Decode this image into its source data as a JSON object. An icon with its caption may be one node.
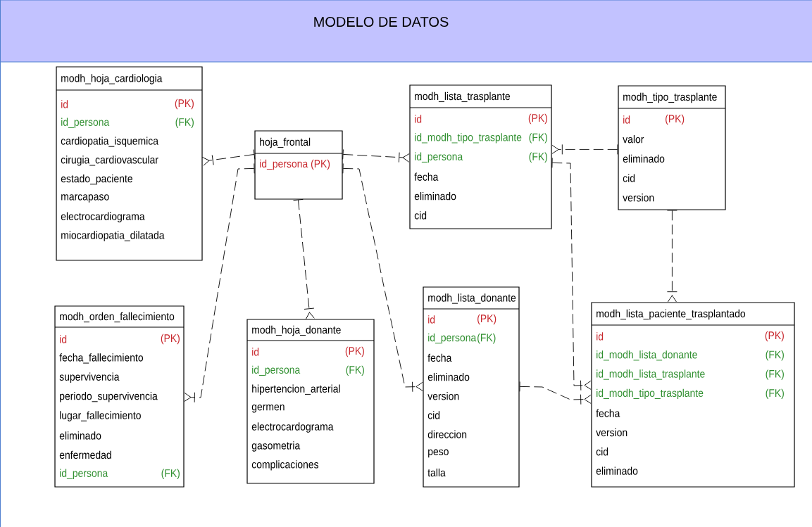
{
  "diagram": {
    "title": "MODELO DE DATOS",
    "nodes": [
      {
        "text": [
          "modh_hoja_cardiologia",
          "id",
          "(PK)",
          "id_persona",
          "(FK)",
          "cardiopatia_isquemica",
          "cirugia_cardiovascular",
          "estado_paciente",
          "marcapaso",
          "electrocardiograma",
          "miocardiopatia_dilatada"
        ]
      },
      {
        "text": [
          "hoja_frontal",
          "id_persona (PK)"
        ]
      },
      {
        "text": [
          "modh_lista_trasplante",
          "id",
          "(PK)",
          "id_modh_tipo_trasplante",
          "(FK)",
          "id_persona",
          "(FK)",
          "fecha",
          "eliminado",
          "cid"
        ]
      },
      {
        "text": [
          "modh_tipo_trasplante",
          "id",
          "(PK)",
          "valor",
          "eliminado",
          "cid",
          "version"
        ]
      },
      {
        "text": [
          "modh_orden_fallecimiento",
          "id",
          "(PK)",
          "fecha_fallecimiento",
          "supervivencia",
          "periodo_supervivencia",
          "lugar_fallecimiento",
          "eliminado",
          "enfermedad",
          "id_persona",
          "(FK)"
        ]
      },
      {
        "text": [
          "modh_hoja_donante",
          "id",
          "(PK)",
          "id_persona",
          "(FK)",
          "hipertencion_arterial",
          "germen",
          "electrocardograma",
          "gasometria",
          "complicaciones"
        ]
      },
      {
        "text": [
          "modh_lista_donante",
          "id",
          "(PK)",
          "id_persona",
          "(FK)",
          "fecha",
          "eliminado",
          "version",
          "cid",
          "direccion",
          "peso",
          "talla"
        ]
      },
      {
        "text": [
          "modh_lista_paciente_trasplantado",
          "id",
          "(PK)",
          "id_modh_lista_donante",
          "(FK)",
          "id_modh_lista_trasplante",
          "(FK)",
          "id_modh_tipo_trasplante",
          "(FK)",
          "fecha",
          "version",
          "cid",
          "eliminado"
        ]
      }
    ],
    "edges": [
      {
        "from": 1,
        "to": 0,
        "arrow": "other",
        "style": "dashed"
      },
      {
        "from": 1,
        "to": 4,
        "arrow": "other",
        "style": "dashed"
      },
      {
        "from": 1,
        "to": 5,
        "arrow": "other",
        "style": "dashed"
      },
      {
        "from": 1,
        "to": 2,
        "arrow": "other",
        "style": "dashed"
      },
      {
        "from": 1,
        "to": 6,
        "arrow": "other",
        "style": "dashed"
      },
      {
        "from": 3,
        "to": 2,
        "arrow": "other",
        "style": "dashed"
      },
      {
        "from": 2,
        "to": 7,
        "arrow": "other",
        "style": "dashed"
      },
      {
        "from": 3,
        "to": 7,
        "arrow": "other",
        "style": "dashed"
      },
      {
        "from": 6,
        "to": 7,
        "arrow": "other",
        "style": "dashed"
      }
    ]
  }
}
